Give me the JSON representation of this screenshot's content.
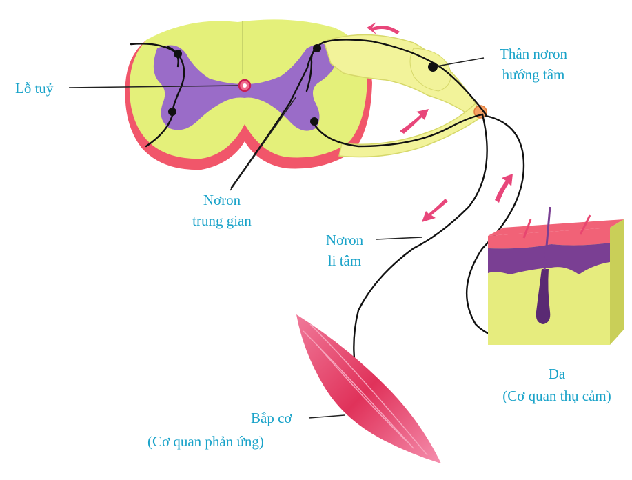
{
  "colors": {
    "label_text": "#1aa3c9",
    "white_matter": "#e4f07a",
    "gray_matter": "#9a6cc8",
    "meninges": "#f1566a",
    "nerve_yellow": "#f2f39a",
    "neuron_line": "#111111",
    "arrow": "#e8467a",
    "muscle": "#e0325a",
    "skin_dermis": "#e6ec7e",
    "skin_pigment": "#7a3f93",
    "skin_epidermis": "#f16277"
  },
  "labels": {
    "central_canal": "Lỗ tuỷ",
    "sensory_neuron_line1": "Thân nơron",
    "sensory_neuron_line2": "hướng tâm",
    "interneuron_line1": "Nơron",
    "interneuron_line2": "trung gian",
    "motor_neuron_line1": "Nơron",
    "motor_neuron_line2": "li tâm",
    "skin_line1": "Da",
    "skin_line2": "(Cơ quan thụ cảm)",
    "muscle_line1": "Bắp cơ",
    "muscle_line2": "(Cơ quan phản ứng)"
  }
}
